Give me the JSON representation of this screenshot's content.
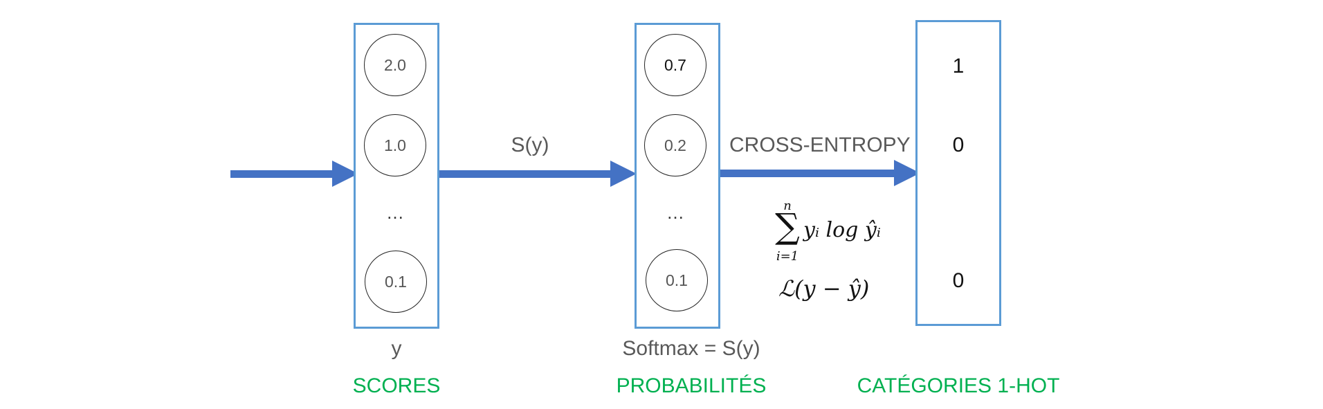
{
  "scores": {
    "values": [
      "2.0",
      "1.0",
      "…",
      "0.1"
    ],
    "sublabel": "y",
    "title": "SCORES"
  },
  "probabilities": {
    "values": [
      "0.7",
      "0.2",
      "…",
      "0.1"
    ],
    "sublabel": "Softmax = S(y)",
    "title": "PROBABILITÉS"
  },
  "categories": {
    "values": [
      "1",
      "0",
      "0"
    ],
    "title": "CATÉGORIES 1-HOT"
  },
  "arrows": {
    "softmax_label": "S(y)",
    "cross_entropy_label": "CROSS-ENTROPY"
  },
  "formula": {
    "sum_upper": "n",
    "sum_symbol": "∑",
    "sum_lower": "i=1",
    "sum_body": "yᵢ log ŷᵢ",
    "loss": "ℒ(y − ŷ)"
  },
  "colors": {
    "box_border": "#5b9bd5",
    "arrow": "#4472c4",
    "title_green": "#00b050",
    "label_gray": "#595959"
  }
}
